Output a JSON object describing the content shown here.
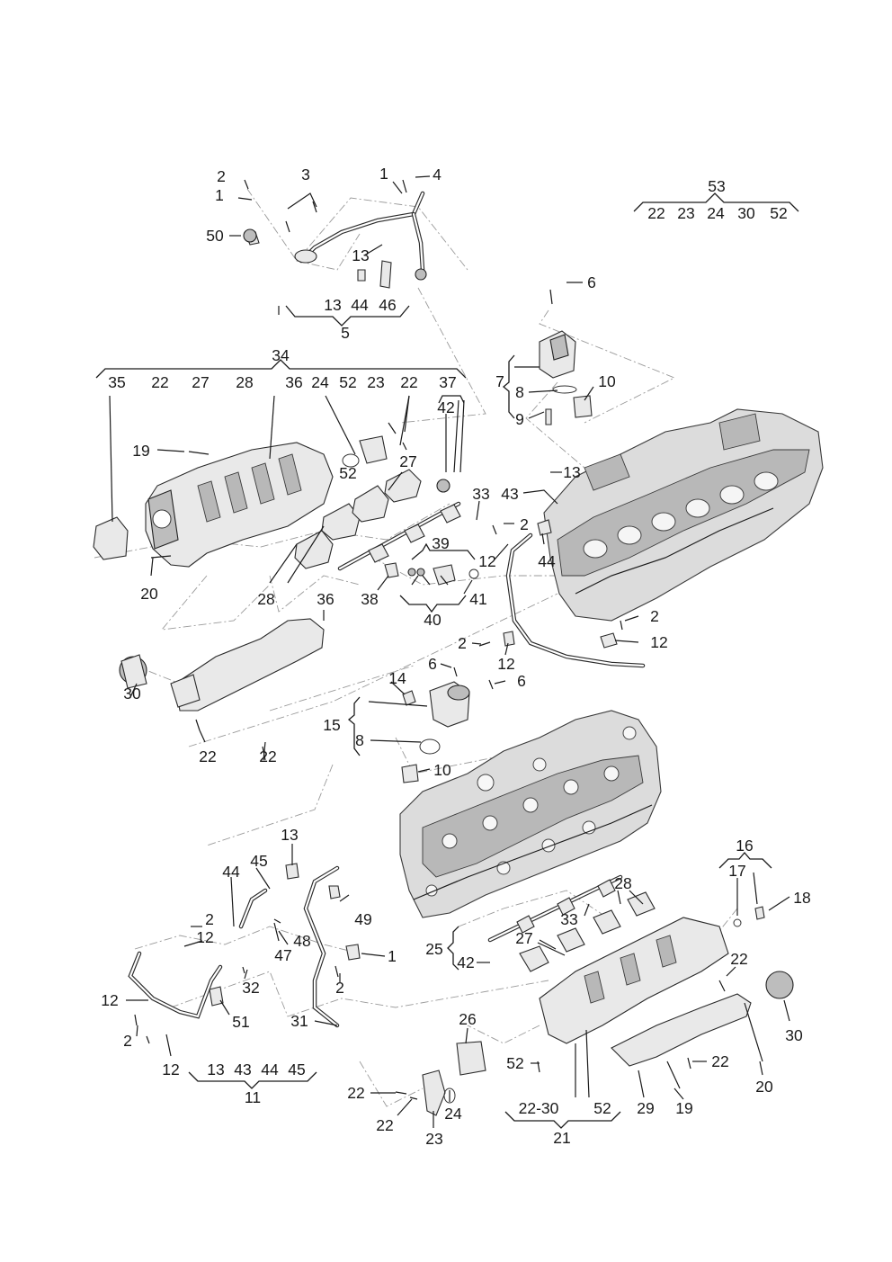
{
  "diagram": {
    "labels": {
      "l53": "53",
      "g53_22": "22",
      "g53_23": "23",
      "g53_24": "24",
      "g53_30": "30",
      "g53_52": "52",
      "t2": "2",
      "t1": "1",
      "t3": "3",
      "t1b": "1",
      "t4": "4",
      "t50": "50",
      "t13": "13",
      "g5_13": "13",
      "g5_44": "44",
      "g5_46": "46",
      "l5": "5",
      "t6a": "6",
      "l34": "34",
      "g34_35": "35",
      "g34_22": "22",
      "g34_27": "27",
      "g34_28": "28",
      "g34_36": "36",
      "g34_24": "24",
      "g34_52": "52",
      "g34_23": "23",
      "g34_22b": "22",
      "g34_37": "37",
      "t42a": "42",
      "t19a": "19",
      "t52a": "52",
      "t27a": "27",
      "l7": "7",
      "t8a": "8",
      "t9": "9",
      "t10a": "10",
      "t13b": "13",
      "t43": "43",
      "t33a": "33",
      "t2b": "2",
      "t12a": "12",
      "t44a": "44",
      "t39": "39",
      "t20a": "20",
      "t28a": "28",
      "t36b": "36",
      "t38": "38",
      "t41": "41",
      "l40": "40",
      "t2c": "2",
      "t12b": "12",
      "t2d": "2",
      "t12c": "12",
      "t6b": "6",
      "t14": "14",
      "t6c": "6",
      "l15": "15",
      "t8b": "8",
      "t10b": "10",
      "t30a": "30",
      "t22a": "22",
      "t22b": "22",
      "t13c": "13",
      "l16": "16",
      "t44b": "44",
      "t45": "45",
      "t17": "17",
      "t18": "18",
      "t28b": "28",
      "t49": "49",
      "t33b": "33",
      "t2e": "2",
      "t12d": "12",
      "t48": "48",
      "t47": "47",
      "t27b": "27",
      "l25": "25",
      "t1c": "1",
      "t42b": "42",
      "t22c": "22",
      "t32": "32",
      "t2f": "2",
      "t12e": "12",
      "t51": "51",
      "t2g": "2",
      "t31": "31",
      "t26": "26",
      "t30b": "30",
      "t12f": "12",
      "g11_13": "13",
      "g11_43": "43",
      "g11_44": "44",
      "g11_45": "45",
      "l11": "11",
      "t52b": "52",
      "t22d": "22",
      "t29": "29",
      "t19b": "19",
      "t20b": "20",
      "t22e": "22",
      "t24": "24",
      "t22f": "22",
      "t23": "23",
      "g21_2230": "22-30",
      "g21_52": "52",
      "l21": "21"
    }
  }
}
